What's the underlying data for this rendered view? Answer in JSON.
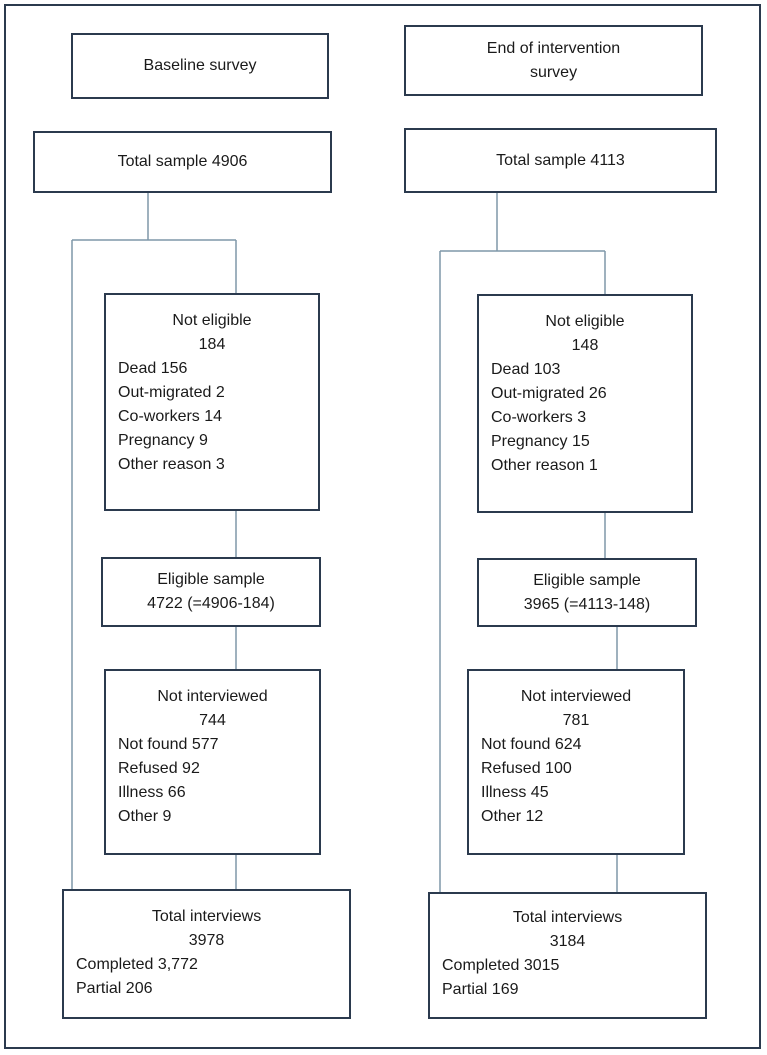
{
  "baseline": {
    "header": "Baseline survey",
    "total": "Total sample 4906",
    "not_eligible": {
      "title": "Not eligible",
      "count": "184",
      "items": [
        "Dead 156",
        "Out-migrated 2",
        "Co-workers 14",
        "Pregnancy 9",
        "Other reason 3"
      ]
    },
    "eligible": {
      "title": "Eligible sample",
      "value": "4722 (=4906-184)"
    },
    "not_interviewed": {
      "title": "Not interviewed",
      "count": "744",
      "items": [
        "Not found 577",
        "Refused 92",
        "Illness 66",
        "Other 9"
      ]
    },
    "total_interviews": {
      "title": "Total interviews",
      "count": "3978",
      "items": [
        "Completed 3,772",
        "Partial 206"
      ]
    }
  },
  "endline": {
    "header_line1": "End of intervention",
    "header_line2": "survey",
    "total": "Total sample 4113",
    "not_eligible": {
      "title": "Not eligible",
      "count": "148",
      "items": [
        "Dead 103",
        "Out-migrated 26",
        "Co-workers 3",
        "Pregnancy 15",
        "Other reason 1"
      ]
    },
    "eligible": {
      "title": "Eligible sample",
      "value": "3965 (=4113-148)"
    },
    "not_interviewed": {
      "title": "Not interviewed",
      "count": "781",
      "items": [
        "Not found 624",
        "Refused 100",
        "Illness 45",
        "Other 12"
      ]
    },
    "total_interviews": {
      "title": "Total interviews",
      "count": "3184",
      "items": [
        "Completed 3015",
        "Partial 169"
      ]
    }
  },
  "colors": {
    "border": "#2b3a4e",
    "line": "#7f97a8"
  }
}
